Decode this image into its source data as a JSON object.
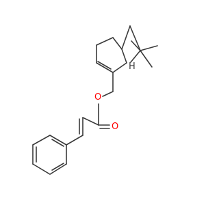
{
  "molecule": {
    "atoms": [
      {
        "id": "O1",
        "element": "O",
        "label": "O",
        "color": "#ff0000"
      },
      {
        "id": "O2",
        "element": "O",
        "label": "O",
        "color": "#ff0000"
      },
      {
        "id": "H1",
        "element": "H",
        "label": "H",
        "color": "#3a3a3a"
      }
    ]
  },
  "colors": {
    "bond": "#3a3a3a",
    "oxygen": "#ff0000",
    "background": "#ffffff"
  }
}
